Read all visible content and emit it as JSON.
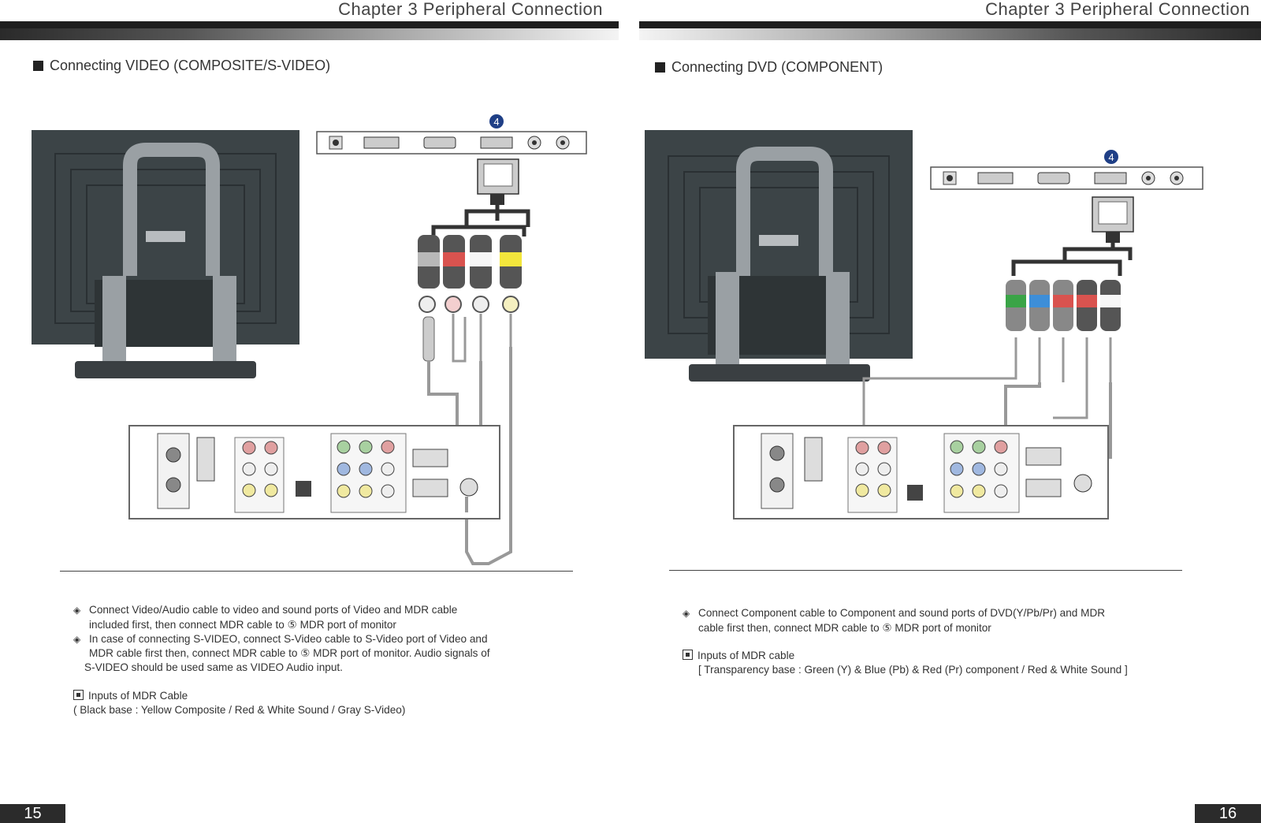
{
  "left_page": {
    "chapter_title": "Chapter 3 Peripheral Connection",
    "section_heading": "Connecting VIDEO (COMPOSITE/S-VIDEO)",
    "port_marker": "4",
    "notes": [
      "Connect Video/Audio cable to video and sound ports of Video and MDR cable",
      "included first, then connect MDR cable to ⑤ MDR port of monitor",
      "In case of connecting S-VIDEO, connect S-Video cable to S-Video port of Video and",
      "MDR cable first then, connect MDR cable to ⑤ MDR port of monitor.  Audio signals of",
      "S-VIDEO should be used same as VIDEO Audio input."
    ],
    "mdr_heading": "Inputs of MDR Cable",
    "mdr_detail": "( Black base : Yellow Composite / Red & White Sound / Gray S-Video)",
    "page_number": "15"
  },
  "right_page": {
    "chapter_title": "Chapter 3 Peripheral Connection",
    "section_heading": "Connecting DVD (COMPONENT)",
    "port_marker": "4",
    "notes": [
      "Connect Component cable to Component and sound ports of DVD(Y/Pb/Pr) and MDR",
      "cable first then, connect MDR cable to ⑤ MDR port of monitor"
    ],
    "mdr_heading": "Inputs of MDR cable",
    "mdr_detail": "[ Transparency base : Green (Y) & Blue (Pb) & Red (Pr) component / Red & White Sound ]",
    "page_number": "16"
  },
  "colors": {
    "marker_blue": "#1f3f86",
    "cable_yellow": "#f3e63c",
    "cable_red": "#d9534f",
    "cable_white": "#f7f7f7",
    "cable_gray": "#b8b8b8",
    "component_green": "#3aa447",
    "component_blue": "#3d8ed8",
    "monitor_body": "#3c4447"
  }
}
